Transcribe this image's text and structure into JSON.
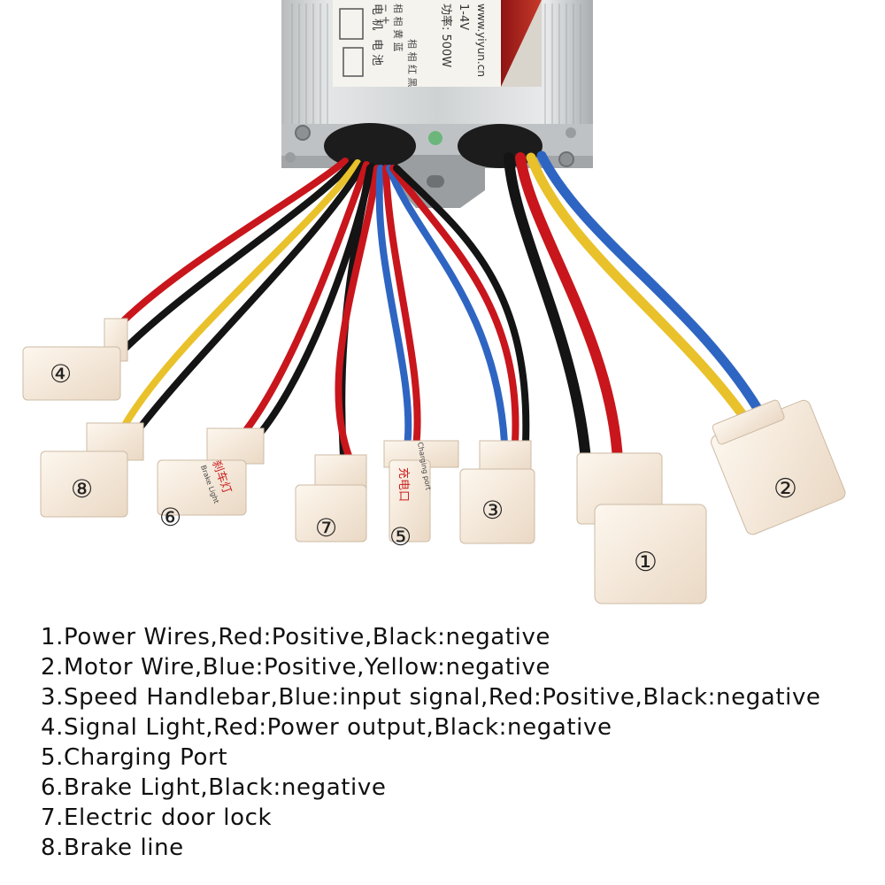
{
  "controller": {
    "label_motor": "电 机",
    "label_battery": "电 池",
    "label_power": "功率: 500W",
    "label_voltage": "1-4V",
    "label_website": "www.yiyun.cn",
    "label_phase_rb": "相 相 红 黑",
    "label_phase_yb": "相 相 黄 蓝",
    "label_minus_plus": "− +"
  },
  "connectors": [
    {
      "number": "①"
    },
    {
      "number": "②"
    },
    {
      "number": "③"
    },
    {
      "number": "④"
    },
    {
      "number": "⑤",
      "sticker_cn": "充电口",
      "sticker_en": "Charging port"
    },
    {
      "number": "⑥",
      "sticker_cn": "刹车灯",
      "sticker_en": "Brake Light"
    },
    {
      "number": "⑦"
    },
    {
      "number": "⑧"
    }
  ],
  "legend": [
    "1.Power Wires,Red:Positive,Black:negative",
    "2.Motor Wire,Blue:Positive,Yellow:negative",
    "3.Speed Handlebar,Blue:input signal,Red:Positive,Black:negative",
    "4.Signal Light,Red:Power output,Black:negative",
    "5.Charging Port",
    "6.Brake Light,Black:negative",
    "7.Electric door lock",
    "8.Brake line"
  ]
}
